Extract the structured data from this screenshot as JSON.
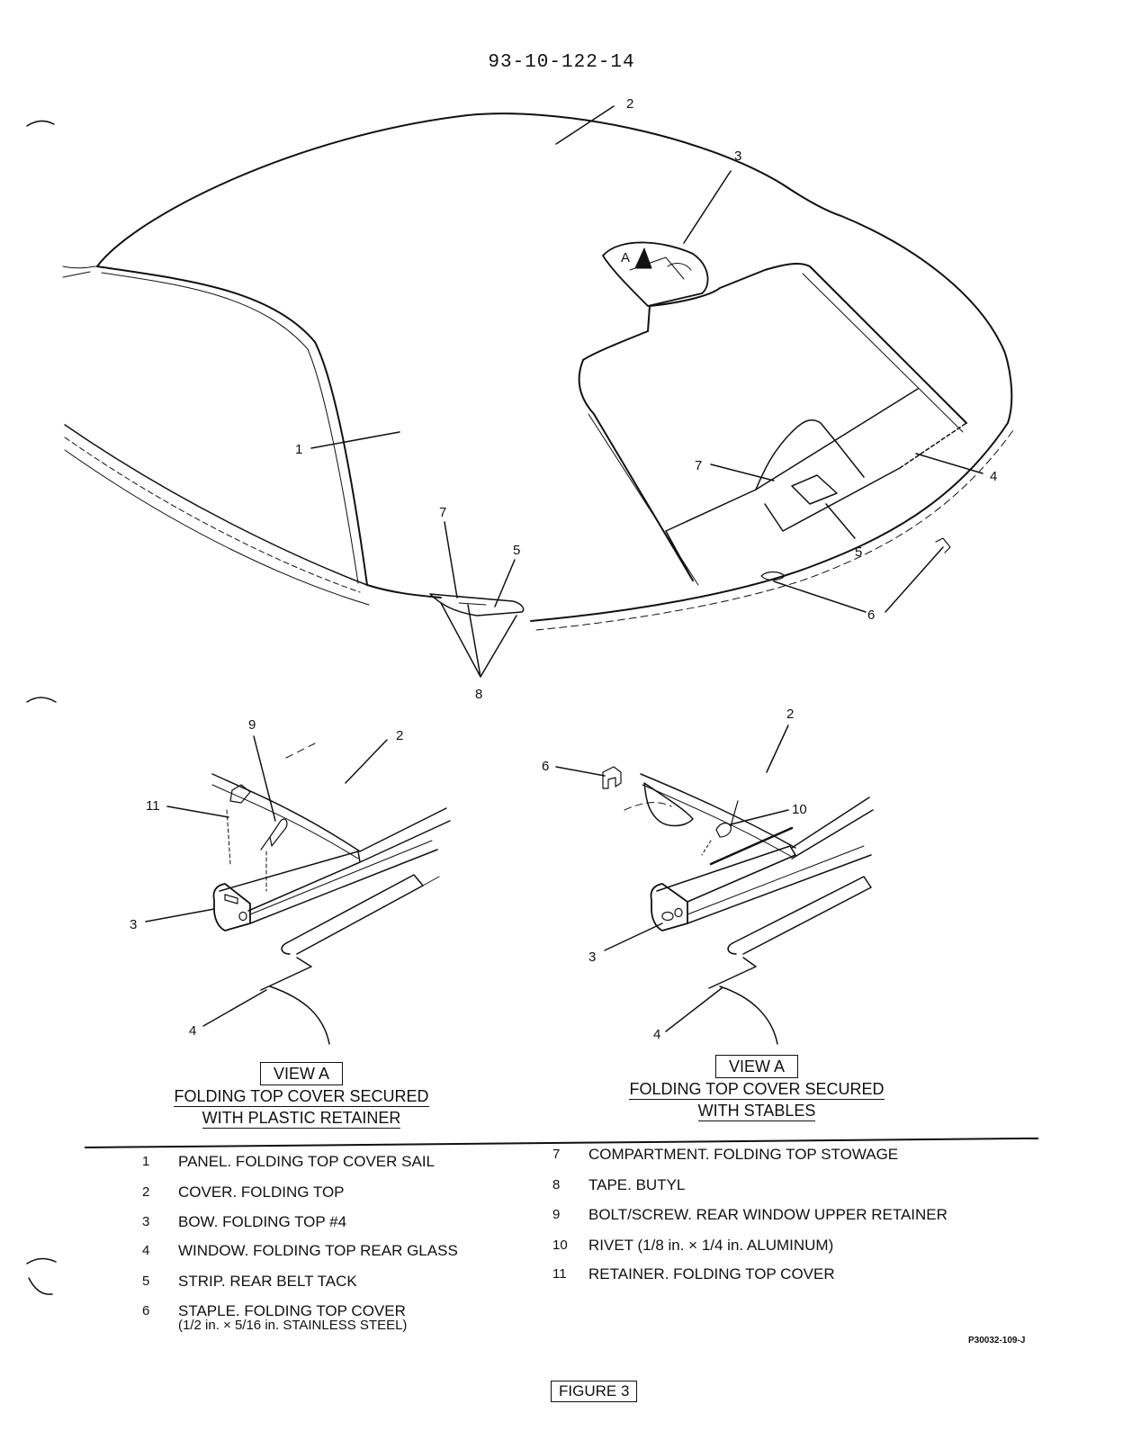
{
  "header": {
    "doc_number": "93-10-122-14"
  },
  "main_callouts": {
    "c1": "1",
    "c2": "2",
    "c3": "3",
    "c4": "4",
    "c5a": "5",
    "c5b": "5",
    "c6": "6",
    "c7a": "7",
    "c7b": "7",
    "c8": "8",
    "arrow_a": "A"
  },
  "view_left": {
    "callouts": {
      "c9": "9",
      "c2": "2",
      "c11": "11",
      "c3": "3",
      "c4": "4"
    },
    "view_label": "VIEW A",
    "caption_line1": "FOLDING TOP COVER SECURED",
    "caption_line2": "WITH PLASTIC RETAINER"
  },
  "view_right": {
    "callouts": {
      "c2": "2",
      "c6": "6",
      "c10": "10",
      "c3": "3",
      "c4": "4"
    },
    "view_label": "VIEW A",
    "caption_line1": "FOLDING TOP COVER SECURED",
    "caption_line2": "WITH STABLES"
  },
  "legend": {
    "left": [
      {
        "num": "1",
        "text": "PANEL. FOLDING TOP COVER SAIL"
      },
      {
        "num": "2",
        "text": "COVER. FOLDING TOP"
      },
      {
        "num": "3",
        "text": "BOW. FOLDING TOP #4"
      },
      {
        "num": "4",
        "text": "WINDOW. FOLDING TOP REAR GLASS"
      },
      {
        "num": "5",
        "text": "STRIP. REAR BELT TACK"
      },
      {
        "num": "6",
        "text": "STAPLE. FOLDING TOP COVER",
        "text2": "(1/2 in. × 5/16 in. STAINLESS STEEL)"
      }
    ],
    "right": [
      {
        "num": "7",
        "text": "COMPARTMENT. FOLDING TOP STOWAGE"
      },
      {
        "num": "8",
        "text": "TAPE. BUTYL"
      },
      {
        "num": "9",
        "text": "BOLT/SCREW. REAR WINDOW UPPER RETAINER"
      },
      {
        "num": "10",
        "text": "RIVET (1/8 in. × 1/4 in. ALUMINUM)"
      },
      {
        "num": "11",
        "text": "RETAINER. FOLDING TOP COVER"
      }
    ]
  },
  "footer": {
    "code": "P30032-109-J",
    "figure_label": "FIGURE 3"
  }
}
